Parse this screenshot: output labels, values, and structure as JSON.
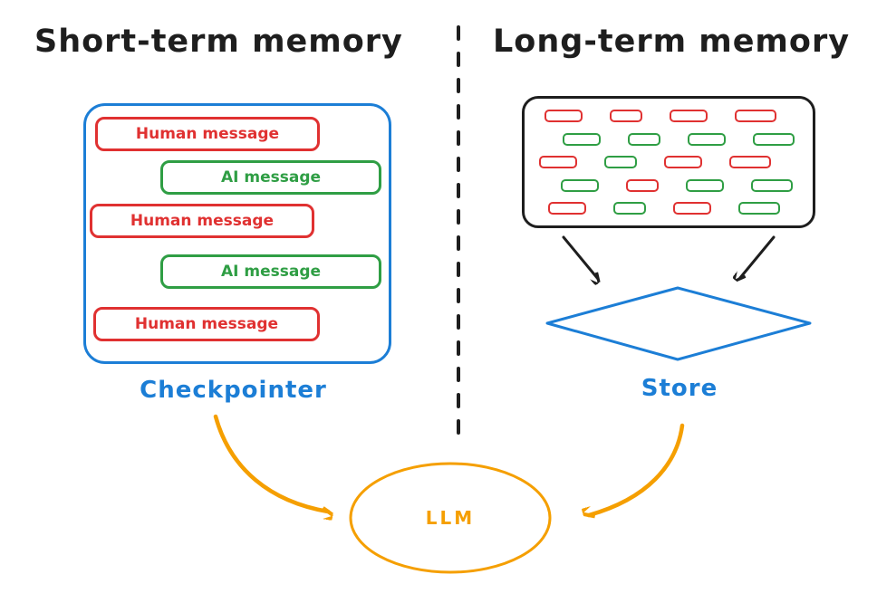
{
  "titles": {
    "left": "Short-term memory",
    "right": "Long-term memory"
  },
  "short_term": {
    "caption": "Checkpointer",
    "messages": [
      {
        "type": "human",
        "label": "Human message"
      },
      {
        "type": "ai",
        "label": "AI message"
      },
      {
        "type": "human",
        "label": "Human message"
      },
      {
        "type": "ai",
        "label": "AI message"
      },
      {
        "type": "human",
        "label": "Human message"
      }
    ]
  },
  "long_term": {
    "caption": "Store",
    "pill_rows": [
      [
        "red",
        "red",
        "red",
        "red"
      ],
      [
        "green",
        "green",
        "green",
        "green"
      ],
      [
        "red",
        "green",
        "red",
        "red"
      ],
      [
        "green",
        "red",
        "green",
        "green"
      ],
      [
        "red",
        "green",
        "red",
        "green"
      ]
    ]
  },
  "llm": {
    "label": "LLM"
  },
  "colors": {
    "human": "#e03131",
    "ai": "#2f9e44",
    "blue": "#1c7ed6",
    "orange": "#f59f00",
    "ink": "#1e1e1e"
  }
}
